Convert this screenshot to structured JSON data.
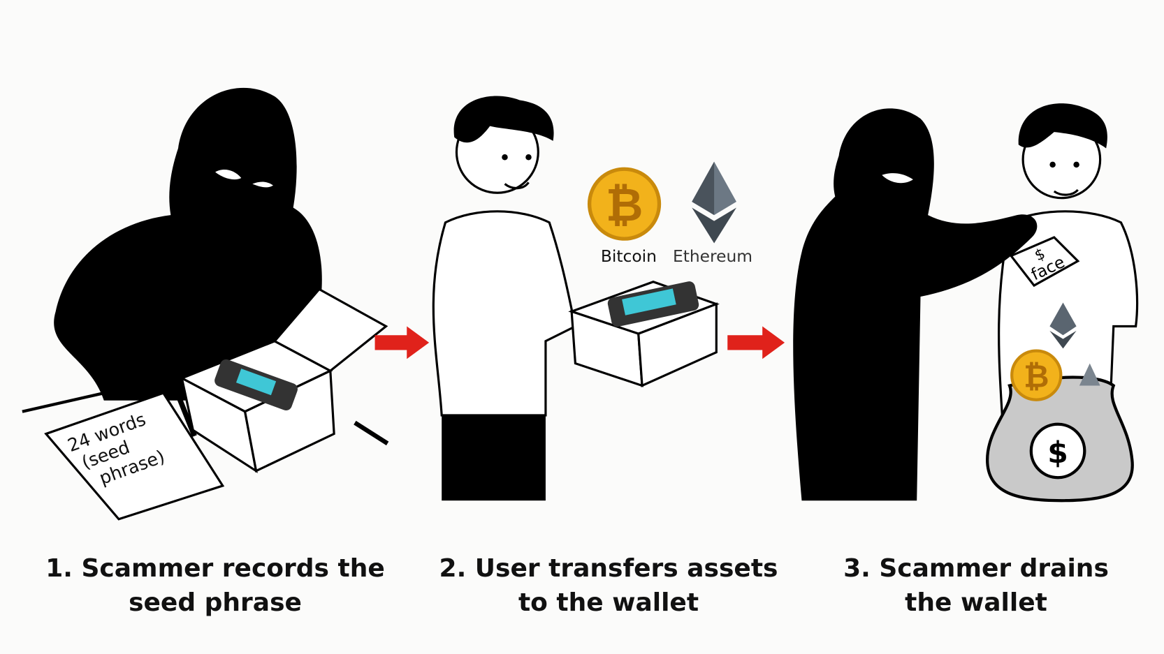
{
  "panels": [
    {
      "caption_line1": "1. Scammer records the",
      "caption_line2": "seed phrase",
      "note_text": [
        "24 words",
        "(seed",
        "phrase)"
      ]
    },
    {
      "caption_line1": "2. User transfers assets",
      "caption_line2": "to the wallet",
      "coin_labels": [
        "Bitcoin",
        "Ethereum"
      ]
    },
    {
      "caption_line1": "3. Scammer drains",
      "caption_line2": "the wallet",
      "tag_symbol": "$",
      "tag_text": "face"
    }
  ],
  "colors": {
    "arrow": "#e0221b",
    "bitcoin": "#f2b21b",
    "ethereum": "#5a6570",
    "silhouette": "#000000",
    "screen": "#3fc7d6"
  },
  "icons": [
    "scammer-silhouette",
    "hardware-wallet-box",
    "bitcoin-coin",
    "ethereum-logo",
    "money-bag",
    "red-arrow"
  ]
}
